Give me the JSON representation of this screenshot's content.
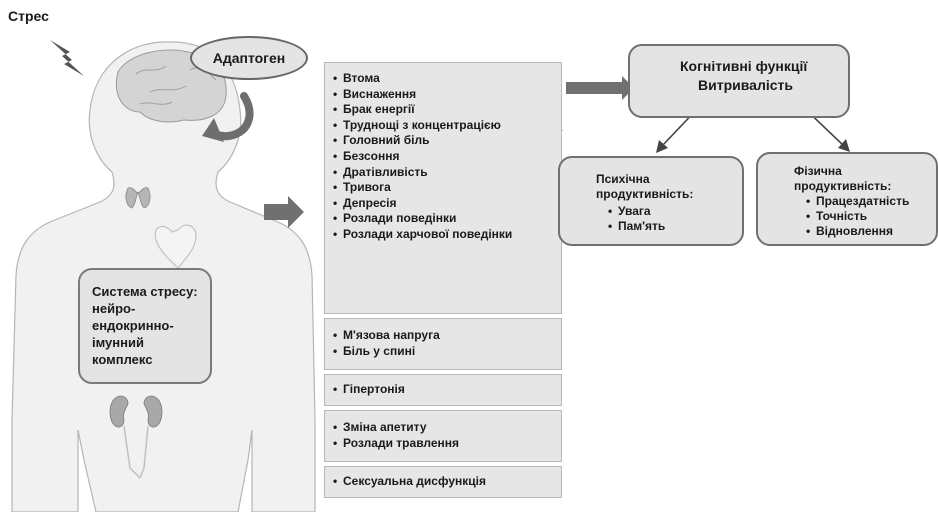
{
  "title": "Стрес",
  "adaptogen": "Адаптоген",
  "stress_system": "Система стресу: нейро-ендокринно-імунний комплекс",
  "symptom_groups": [
    {
      "items": [
        "Втома",
        "Виснаження",
        "Брак енергії",
        "Труднощі з концентрацією",
        "Головний біль",
        "Безсоння",
        "Дратівливість",
        "Тривога",
        "Депресія",
        "Розлади поведінки",
        "Розлади харчової поведінки"
      ]
    },
    {
      "items": [
        "М'язова напруга",
        "Біль у спині"
      ]
    },
    {
      "items": [
        "Гіпертонія"
      ]
    },
    {
      "items": [
        "Зміна апетиту",
        "Розлади травлення"
      ]
    },
    {
      "items": [
        "Сексуальна дисфункція"
      ]
    }
  ],
  "cognitive": {
    "line1": "Когнітивні функції",
    "line2": "Витривалість"
  },
  "mental": {
    "title": "Психічна продуктивність:",
    "items": [
      "Увага",
      "Пам'ять"
    ]
  },
  "physical": {
    "title": "Фізична продуктивність:",
    "items": [
      "Працездатність",
      "Точність",
      "Відновлення"
    ]
  },
  "colors": {
    "panel": "#e6e6e6",
    "arrow": "#707070",
    "body": "#f2f2f2",
    "outline": "#b0b0b0"
  }
}
